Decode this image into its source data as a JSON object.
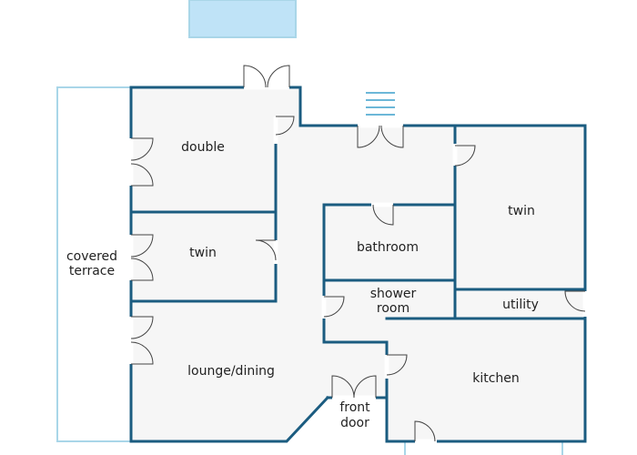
{
  "rooms": {
    "double": "double",
    "twin_left": "twin",
    "covered_terrace_1": "covered",
    "covered_terrace_2": "terrace",
    "lounge_dining": "lounge/dining",
    "bathroom": "bathroom",
    "shower_room_1": "shower",
    "shower_room_2": "room",
    "twin_right": "twin",
    "utility": "utility",
    "kitchen": "kitchen",
    "front_door_1": "front",
    "front_door_2": "door"
  },
  "colors": {
    "wall": "#1b5c80",
    "pool": "#bfe3f7",
    "terrace_outline": "#a9d6e8",
    "room_fill": "#f6f6f6"
  }
}
